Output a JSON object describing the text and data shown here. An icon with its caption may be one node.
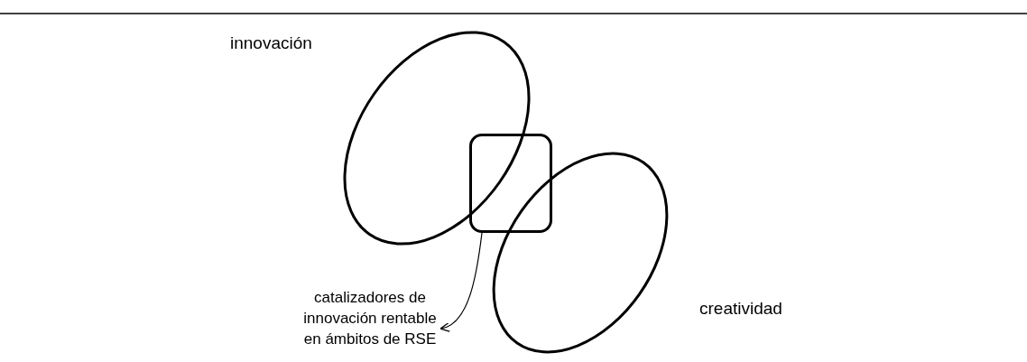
{
  "diagram": {
    "nodes": [
      {
        "text": [
          "innovación"
        ]
      },
      {
        "text": [
          "creatividad"
        ]
      },
      {
        "text": [],
        "shape": "box"
      },
      {
        "text": [
          "catalizadores de innovación rentable en ámbitos de RSE"
        ]
      }
    ],
    "edges": [
      {
        "from": 2,
        "to": 3,
        "arrow": "to"
      }
    ]
  }
}
